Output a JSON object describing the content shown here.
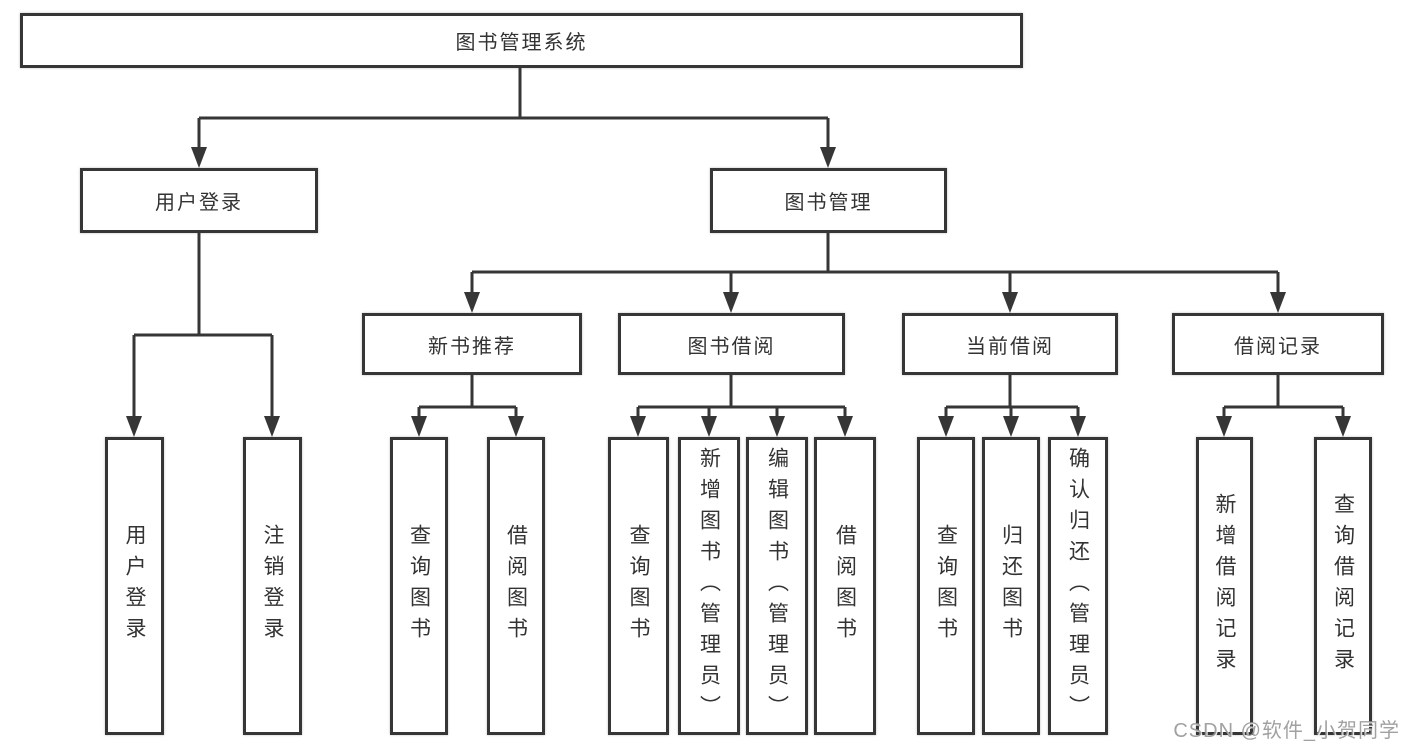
{
  "diagram": {
    "root": "图书管理系统",
    "user_login": {
      "label": "用户登录",
      "children": [
        "用户登录",
        "注销登录"
      ]
    },
    "book_management": {
      "label": "图书管理",
      "sections": {
        "new_book": {
          "label": "新书推荐",
          "children": [
            "查询图书",
            "借阅图书"
          ]
        },
        "borrow": {
          "label": "图书借阅",
          "children": [
            "查询图书",
            "新增图书（管理员）",
            "编辑图书（管理员）",
            "借阅图书"
          ]
        },
        "current": {
          "label": "当前借阅",
          "children": [
            "查询图书",
            "归还图书",
            "确认归还（管理员）"
          ]
        },
        "records": {
          "label": "借阅记录",
          "children": [
            "新增借阅记录",
            "查询借阅记录"
          ]
        }
      }
    }
  },
  "watermark": "CSDN @软件_小贺同学",
  "colors": {
    "line": "#363636",
    "box_border": "#363636",
    "text": "#333333",
    "background": "#ffffff",
    "watermark": "#949494"
  }
}
